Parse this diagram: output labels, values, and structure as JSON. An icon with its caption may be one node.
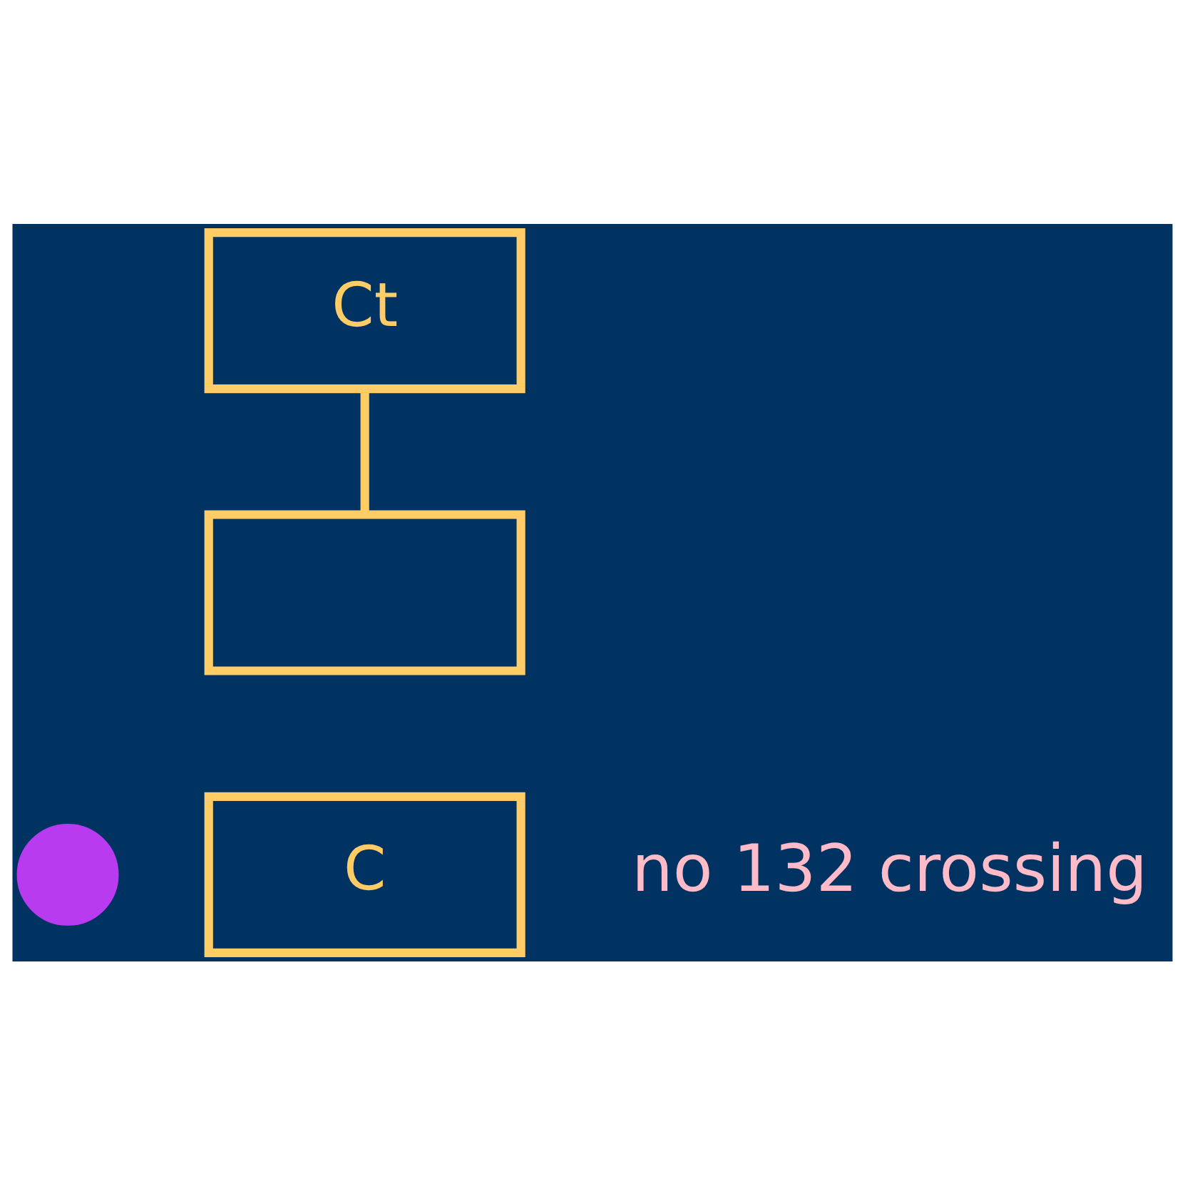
{
  "diagram": {
    "nodes": [
      {
        "text": [
          "Ct"
        ]
      },
      {
        "text": [],
        "shape": "box"
      },
      {
        "text": [
          "C"
        ]
      },
      {
        "text": [],
        "shape": "circle"
      }
    ],
    "edges": [
      {
        "from": 0,
        "to": 1,
        "arrow": "none"
      }
    ],
    "labels": [
      "no 132 crossing"
    ]
  }
}
